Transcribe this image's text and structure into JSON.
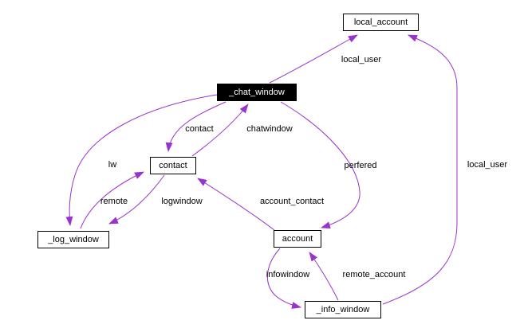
{
  "diagram": {
    "type": "collaboration-graph",
    "background_color": "#ffffff",
    "edge_color": "#9a32cd",
    "focus_node_bg": "#000000",
    "focus_node_text": "#ffffff",
    "nodes": [
      {
        "id": "local_account",
        "label": "local_account",
        "style": "plain"
      },
      {
        "id": "_chat_window",
        "label": "_chat_window",
        "style": "focus"
      },
      {
        "id": "contact",
        "label": "contact",
        "style": "plain"
      },
      {
        "id": "_log_window",
        "label": "_log_window",
        "style": "plain"
      },
      {
        "id": "account",
        "label": "account",
        "style": "plain"
      },
      {
        "id": "_info_window",
        "label": "_info_window",
        "style": "plain"
      }
    ],
    "edges": [
      {
        "from": "_chat_window",
        "to": "local_account",
        "label": "local_user"
      },
      {
        "from": "_info_window",
        "to": "local_account",
        "label": "local_user"
      },
      {
        "from": "_chat_window",
        "to": "contact",
        "label": "contact"
      },
      {
        "from": "contact",
        "to": "_chat_window",
        "label": "chatwindow"
      },
      {
        "from": "_chat_window",
        "to": "_log_window",
        "label": "lw"
      },
      {
        "from": "_log_window",
        "to": "contact",
        "label": "remote"
      },
      {
        "from": "contact",
        "to": "_log_window",
        "label": "logwindow"
      },
      {
        "from": "account",
        "to": "contact",
        "label": "account_contact"
      },
      {
        "from": "_chat_window",
        "to": "account",
        "label": "perfered"
      },
      {
        "from": "account",
        "to": "_info_window",
        "label": "infowindow"
      },
      {
        "from": "_info_window",
        "to": "account",
        "label": "remote_account"
      }
    ]
  }
}
